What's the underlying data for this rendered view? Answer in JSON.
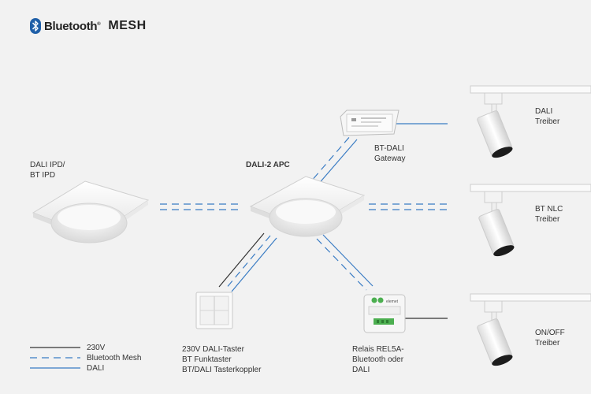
{
  "brand": {
    "bluetooth": "Bluetooth",
    "trademark": "®",
    "mesh": "MESH"
  },
  "devices": {
    "ipd": "DALI IPD/\nBT IPD",
    "apc": "DALI-2 APC",
    "gateway": "BT-DALI\nGateway",
    "taster": "230V DALI-Taster\nBT Funktaster\nBT/DALI Tasterkoppler",
    "relais": "Relais REL5A-\nBluetooth oder\nDALI",
    "driver_dali": "DALI\nTreiber",
    "driver_btnlc": "BT NLC\nTreiber",
    "driver_onoff": "ON/OFF\nTreiber",
    "module_logo": "elemet"
  },
  "legend": [
    {
      "label": "230V",
      "style": "solid-dark"
    },
    {
      "label": "Bluetooth Mesh",
      "style": "dashed-blue"
    },
    {
      "label": "DALI",
      "style": "solid-blue"
    }
  ],
  "colors": {
    "dark": "#333333",
    "blue": "#3a7cc4",
    "background": "#f2f2f2"
  }
}
